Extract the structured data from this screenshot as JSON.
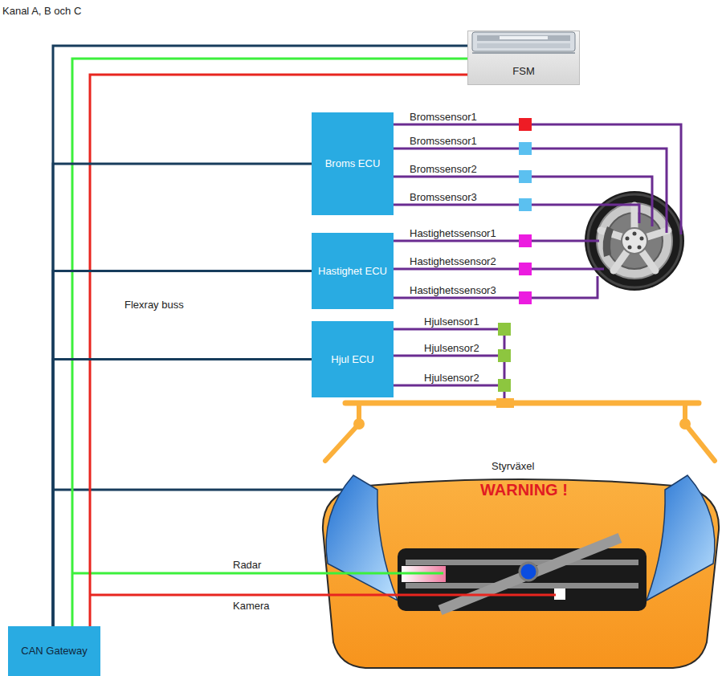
{
  "diagram": {
    "nodes": [
      {
        "text": [
          "FSM"
        ]
      },
      {
        "text": [
          "Broms ECU"
        ]
      },
      {
        "text": [
          "Hastighet ECU"
        ]
      },
      {
        "text": [
          "Hjul ECU"
        ]
      },
      {
        "text": [
          "CAN Gateway"
        ]
      }
    ],
    "edges": [
      {
        "from": 4,
        "to": 0,
        "arrow": "none"
      },
      {
        "from": 4,
        "to": 0,
        "arrow": "none"
      },
      {
        "from": 4,
        "to": 0,
        "arrow": "none"
      },
      {
        "from": 4,
        "to": 1,
        "arrow": "none"
      },
      {
        "from": 4,
        "to": 2,
        "arrow": "none"
      },
      {
        "from": 4,
        "to": 3,
        "arrow": "none"
      }
    ],
    "labels": [
      "Kanal A, B och C",
      "Bromssensor1",
      "Bromssensor1",
      "Bromssensor2",
      "Bromssensor3",
      "Hastighetssensor1",
      "Hastighetssensor2",
      "Hastighetssensor3",
      "Hjulsensor1",
      "Hjulsensor2",
      "Hjulsensor2",
      "Flexray buss",
      "Styrväxel",
      "WARNING !",
      "Radar",
      "Kamera"
    ]
  }
}
